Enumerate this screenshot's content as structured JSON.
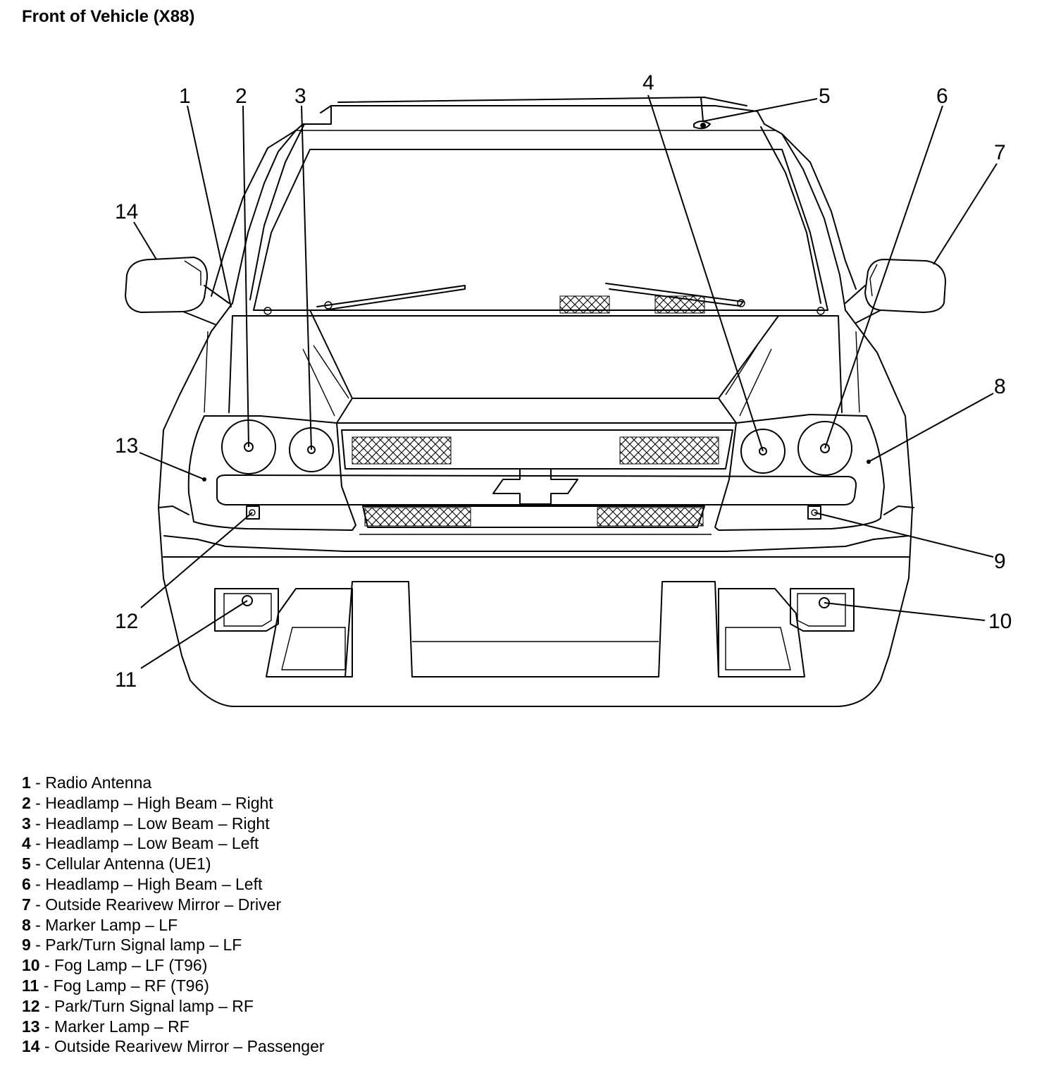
{
  "title": "Front of Vehicle (X88)",
  "callouts": [
    "1",
    "2",
    "3",
    "4",
    "5",
    "6",
    "7",
    "8",
    "9",
    "10",
    "11",
    "12",
    "13",
    "14"
  ],
  "legend": [
    {
      "num": "1",
      "sep": " - ",
      "label": "Radio Antenna"
    },
    {
      "num": "2",
      "sep": " - ",
      "label": "Headlamp – High Beam – Right"
    },
    {
      "num": "3",
      "sep": " - ",
      "label": "Headlamp – Low Beam – Right"
    },
    {
      "num": "4",
      "sep": " - ",
      "label": "Headlamp – Low Beam – Left"
    },
    {
      "num": "5",
      "sep": " - ",
      "label": "Cellular Antenna (UE1)"
    },
    {
      "num": "6",
      "sep": " - ",
      "label": "Headlamp – High Beam – Left"
    },
    {
      "num": "7",
      "sep": " - ",
      "label": "Outside Rearivew Mirror – Driver"
    },
    {
      "num": "8",
      "sep": " - ",
      "label": "Marker Lamp – LF"
    },
    {
      "num": "9",
      "sep": " - ",
      "label": "Park/Turn Signal lamp – LF"
    },
    {
      "num": "10",
      "sep": " - ",
      "label": "Fog Lamp – LF (T96)"
    },
    {
      "num": "11",
      "sep": " - ",
      "label": "Fog Lamp – RF (T96)"
    },
    {
      "num": "12",
      "sep": " - ",
      "label": "Park/Turn Signal lamp – RF"
    },
    {
      "num": "13",
      "sep": " - ",
      "label": "Marker Lamp – RF"
    },
    {
      "num": "14",
      "sep": " - ",
      "label": "Outside Rearivew Mirror – Passenger"
    }
  ]
}
